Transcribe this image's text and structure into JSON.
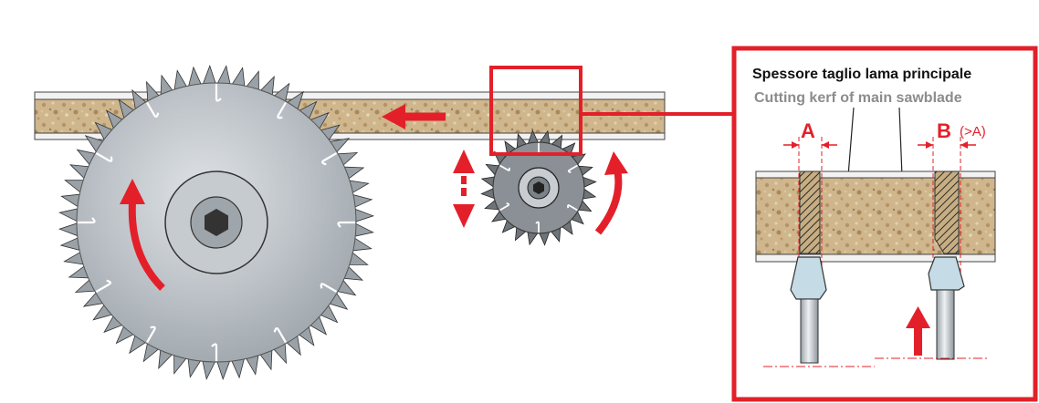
{
  "detail": {
    "title": "Spessore taglio lama principale",
    "subtitle": "Cutting kerf of main sawblade",
    "label_a": "A",
    "label_b": "B",
    "label_b_note": "(>A)"
  },
  "colors": {
    "accent_red": "#e3202a",
    "blade_grey": "#b9bfc4",
    "board_tan": "#cdb48b",
    "outline": "#222222"
  },
  "icons": [
    "main-sawblade-icon",
    "scoring-blade-icon",
    "feed-direction-arrow-icon",
    "rotation-arrow-icon",
    "up-down-arrow-icon"
  ]
}
